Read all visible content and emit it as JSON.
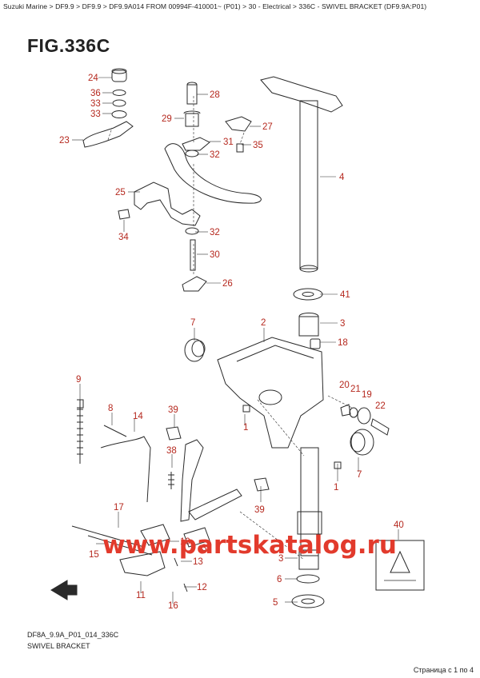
{
  "breadcrumb": {
    "items": [
      "Suzuki Marine",
      "DF9.9",
      "DF9.9",
      "DF9.9A014 FROM 00994F-410001~ (P01)",
      "30 - Electrical",
      "336C - SWIVEL BRACKET (DF9.9A:P01)"
    ],
    "separator": " > "
  },
  "figure": {
    "title": "FIG.336C"
  },
  "callouts": [
    "24",
    "36",
    "33",
    "33",
    "23",
    "28",
    "29",
    "27",
    "31",
    "35",
    "32",
    "25",
    "34",
    "32",
    "30",
    "26",
    "4",
    "41",
    "7",
    "2",
    "3",
    "18",
    "9",
    "8",
    "14",
    "39",
    "1",
    "20",
    "21",
    "19",
    "22",
    "38",
    "7",
    "1",
    "17",
    "39",
    "15",
    "10",
    "37",
    "13",
    "40",
    "3",
    "6",
    "11",
    "16",
    "12",
    "5"
  ],
  "watermark": "www.partskatalog.ru",
  "footer": {
    "code": "DF8A_9.9A_P01_014_336C",
    "name": "SWIVEL BRACKET"
  },
  "pagination": "Страница с 1 по 4",
  "colors": {
    "callout": "#b5281e",
    "watermark": "#e23a2c",
    "line": "#2a2a2a"
  },
  "icons": {
    "brand_logo": "finger-warning-icon"
  }
}
